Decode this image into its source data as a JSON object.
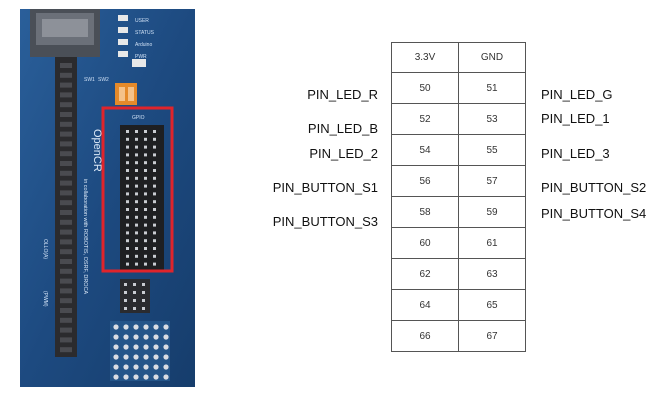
{
  "board": {
    "brand_text": "OpenCR",
    "subtitle_text": "in collaboration with ROBOTIS, OSRF, DROCA",
    "status_labels": [
      "USER",
      "STATUS",
      "Arduino",
      "PWR"
    ],
    "header_label": "GPIO",
    "switch_labels": [
      "SW1",
      "SW2"
    ],
    "side_labels": [
      "OLLO(A)",
      "(PWM)"
    ],
    "highlight_color": "#e0242b"
  },
  "table": {
    "header": [
      "3.3V",
      "GND"
    ],
    "rows": [
      [
        "50",
        "51"
      ],
      [
        "52",
        "53"
      ],
      [
        "54",
        "55"
      ],
      [
        "56",
        "57"
      ],
      [
        "58",
        "59"
      ],
      [
        "60",
        "61"
      ],
      [
        "62",
        "63"
      ],
      [
        "64",
        "65"
      ],
      [
        "66",
        "67"
      ]
    ]
  },
  "left_labels": [
    "PIN_LED_R",
    "PIN_LED_B",
    "PIN_LED_2",
    "PIN_BUTTON_S1",
    "PIN_BUTTON_S3"
  ],
  "right_labels": [
    "PIN_LED_G",
    "PIN_LED_1",
    "PIN_LED_3",
    "PIN_BUTTON_S2",
    "PIN_BUTTON_S4"
  ]
}
